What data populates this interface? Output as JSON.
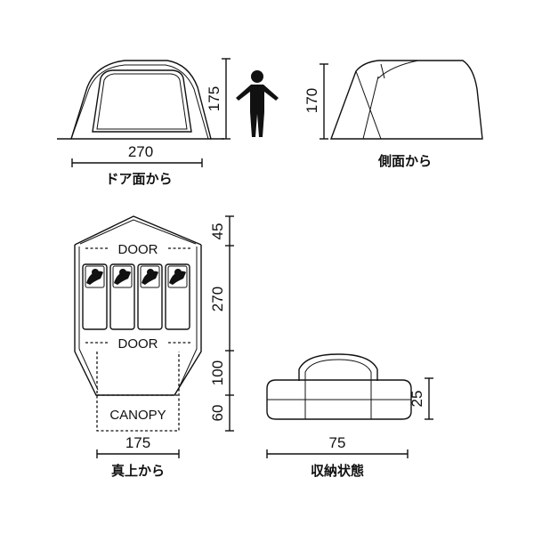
{
  "views": {
    "front": {
      "width": "270",
      "height": "175",
      "caption": "ドア面から"
    },
    "side": {
      "height": "170",
      "caption": "側面から"
    },
    "top": {
      "width": "175",
      "caption": "真上から",
      "door_top": "DOOR",
      "door_bottom": "DOOR",
      "canopy": "CANOPY",
      "dims": [
        "45",
        "270",
        "100",
        "60"
      ]
    },
    "stored": {
      "width": "75",
      "height": "25",
      "caption": "収納状態"
    }
  }
}
